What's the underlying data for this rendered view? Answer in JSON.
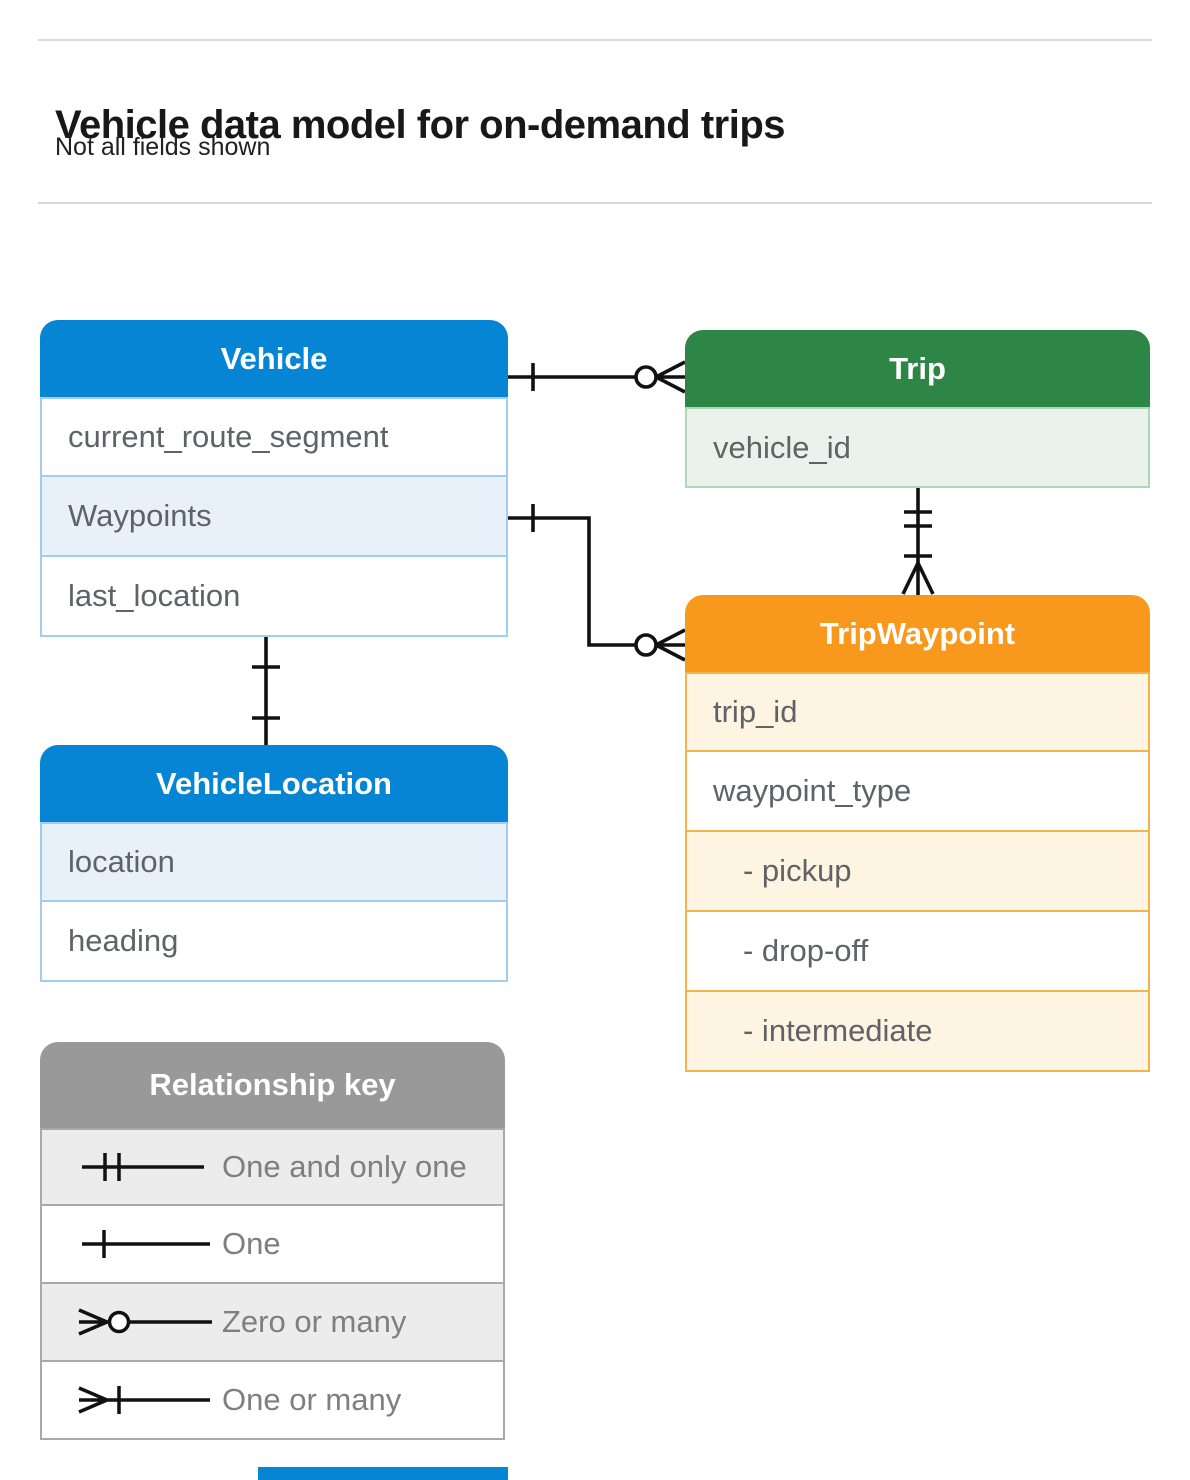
{
  "page": {
    "title": "Vehicle data model for on-demand trips",
    "subtitle": "Not all fields shown"
  },
  "entities": {
    "vehicle": {
      "title": "Vehicle",
      "fields": [
        "current_route_segment",
        "Waypoints",
        "last_location"
      ]
    },
    "trip": {
      "title": "Trip",
      "fields": [
        "vehicle_id"
      ]
    },
    "tripWaypoint": {
      "title": "TripWaypoint",
      "fields": [
        "trip_id",
        "waypoint_type",
        "- pickup",
        "- drop-off",
        "- intermediate"
      ]
    },
    "vehicleLocation": {
      "title": "VehicleLocation",
      "fields": [
        "location",
        "heading"
      ]
    }
  },
  "legend": {
    "title": "Relationship key",
    "items": [
      {
        "symbol": "one-and-only-one",
        "label": "One and only one"
      },
      {
        "symbol": "one",
        "label": "One"
      },
      {
        "symbol": "zero-or-many",
        "label": "Zero or many"
      },
      {
        "symbol": "one-or-many",
        "label": "One or many"
      }
    ]
  },
  "relationships": [
    {
      "from": "Vehicle",
      "to": "Trip",
      "from_cardinality": "one",
      "to_cardinality": "zero-or-many"
    },
    {
      "from": "Vehicle.Waypoints",
      "to": "TripWaypoint",
      "from_cardinality": "one",
      "to_cardinality": "zero-or-many"
    },
    {
      "from": "Trip.vehicle_id",
      "to": "TripWaypoint",
      "from_cardinality": "one-and-only-one",
      "to_cardinality": "one-or-many"
    },
    {
      "from": "Vehicle.last_location",
      "to": "VehicleLocation",
      "from_cardinality": "one",
      "to_cardinality": "one"
    }
  ],
  "colors": {
    "blue": "#0585d3",
    "blue_light": "#e8f1fa",
    "blue_border": "#a3cdec",
    "green": "#2d8646",
    "green_light": "#e9f3ec",
    "green_border": "#aed6b8",
    "orange": "#f8991d",
    "orange_light": "#fdf4e2",
    "orange_border": "#f6b24a",
    "gray": "#999999",
    "gray_light": "#ececec",
    "gray_border": "#a9a9a9",
    "field_text": "#5f6368",
    "legend_text": "#7f7f7f",
    "connector_line": "#111111",
    "divider": "#d9d9d9"
  }
}
